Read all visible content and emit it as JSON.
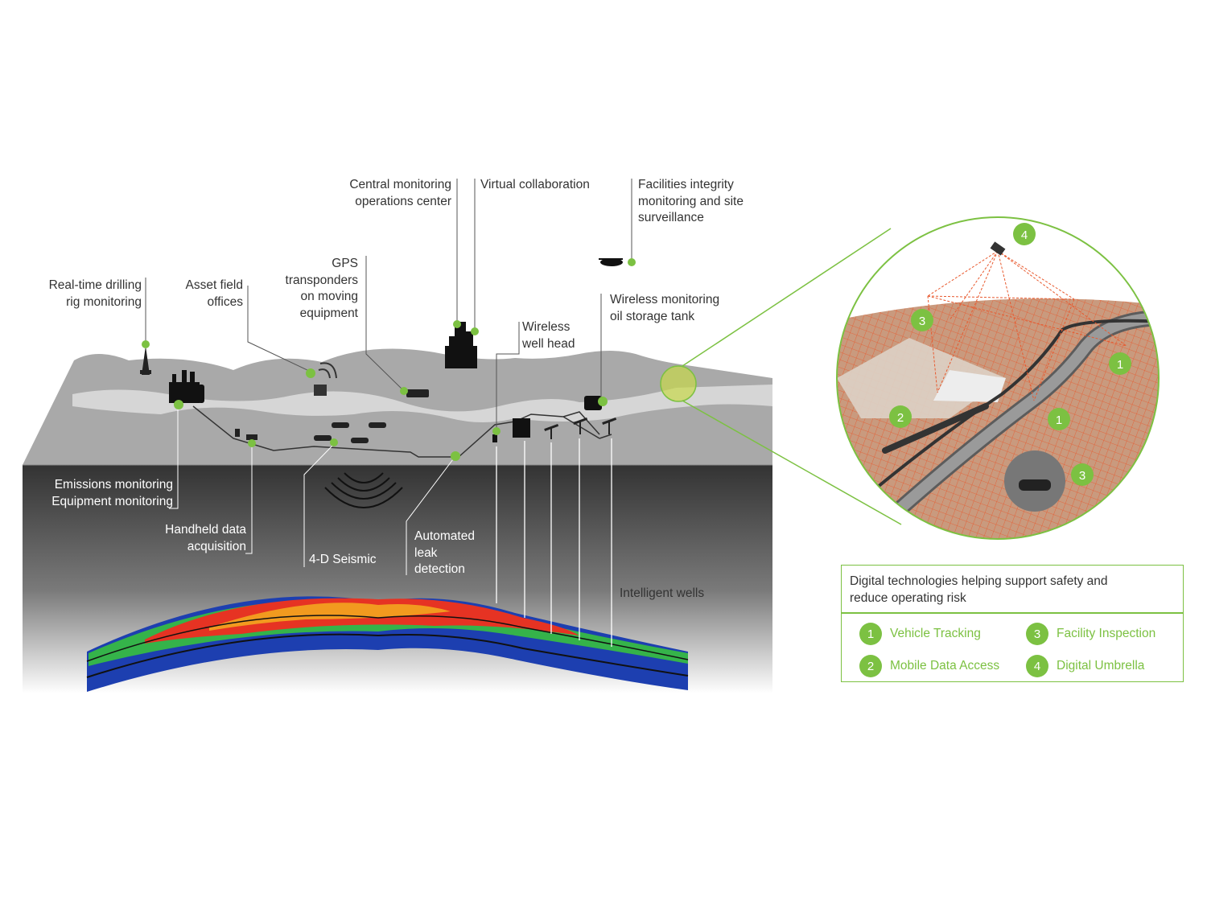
{
  "colors": {
    "accent": "#7cc142",
    "surface_grey": "#a8a8a8",
    "underground_dark": "#3c3c3c",
    "text": "#333333",
    "laser": "#e8592e"
  },
  "labels": {
    "drilling": "Real-time drilling\nrig monitoring",
    "offices": "Asset field\noffices",
    "gps": "GPS\ntransponders\non moving\nequipment",
    "central": "Central monitoring\noperations center",
    "virtual": "Virtual collaboration",
    "facilities": "Facilities integrity\nmonitoring and site\nsurveillance",
    "wellhead": "Wireless\nwell head",
    "storage": "Wireless monitoring\noil storage tank",
    "emissions": "Emissions monitoring\nEquipment monitoring",
    "handheld": "Handheld data\nacquisition",
    "seismic": "4-D Seismic",
    "leak": "Automated\nleak\ndetection",
    "intelligent": "Intelligent wells"
  },
  "inset_badges": [
    "4",
    "3",
    "1",
    "2",
    "1",
    "3"
  ],
  "icons": [
    "drilling-rig-icon",
    "office-antenna-icon",
    "refinery-icon",
    "truck-icon",
    "city-tower-icon",
    "helicopter-icon",
    "oil-tank-icon",
    "pump-jack-icon",
    "satellite-icon",
    "robot-crawler-icon"
  ],
  "legend": {
    "title": "Digital technologies helping support safety and\nreduce operating risk",
    "items": [
      {
        "num": "1",
        "label": "Vehicle Tracking"
      },
      {
        "num": "3",
        "label": "Facility Inspection"
      },
      {
        "num": "2",
        "label": "Mobile Data Access"
      },
      {
        "num": "4",
        "label": "Digital Umbrella"
      }
    ]
  }
}
